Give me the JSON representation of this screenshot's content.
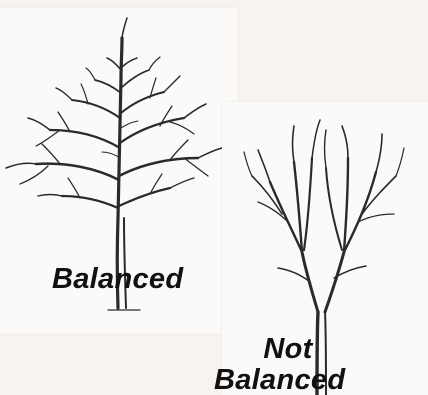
{
  "labels": {
    "balanced": "Balanced",
    "not_balanced_line1": "Not",
    "not_balanced_line2": "Balanced"
  },
  "colors": {
    "background": "#f7f3ee",
    "panel": "#fbfaf8",
    "branch": "#2a2a2a",
    "caption": "#111111"
  },
  "icons": {
    "left": "balanced-tree-icon",
    "right": "unbalanced-tree-icon"
  }
}
